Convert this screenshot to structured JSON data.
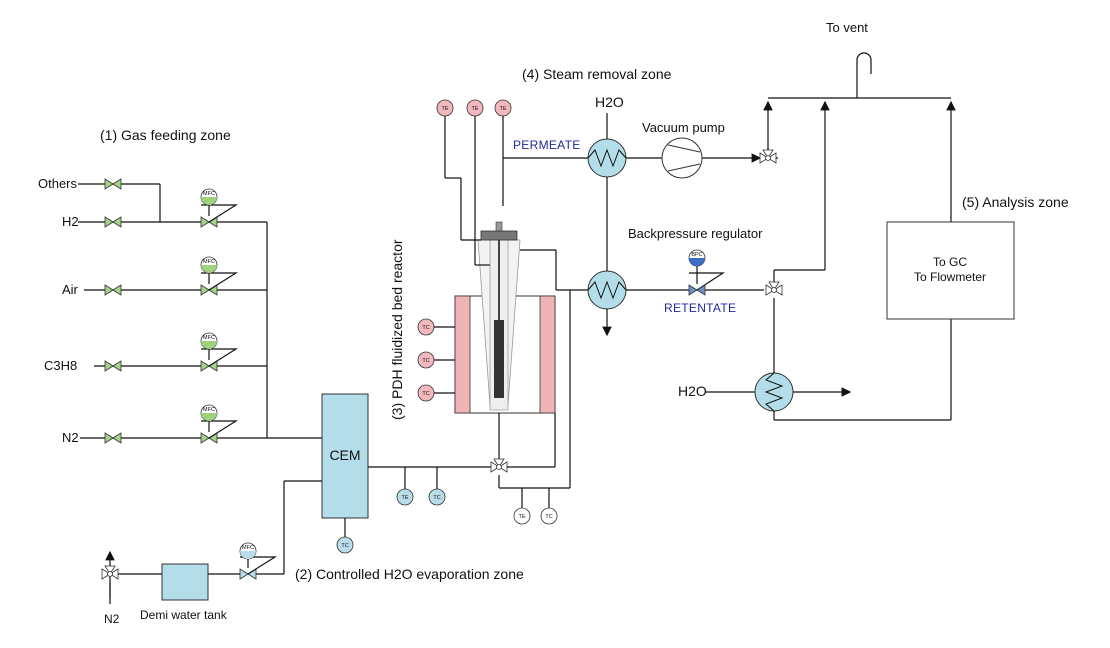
{
  "zones": {
    "gas_feeding": "(1) Gas feeding zone",
    "h2o_evaporation": "(2) Controlled H2O evaporation zone",
    "reactor": "(3)  PDH fluidized bed reactor",
    "steam_removal": "(4) Steam removal zone",
    "analysis": "(5) Analysis zone"
  },
  "gas_inlets": [
    "Others",
    "H2",
    "Air",
    "C3H8",
    "N2"
  ],
  "instrument_tags": {
    "mfc": "MFC",
    "te": "TE",
    "tc": "TC",
    "bpc": "BPC"
  },
  "equipment": {
    "cem": "CEM",
    "water_tank": "Demi water tank",
    "vacuum_pump": "Vacuum pump",
    "bpr": "Backpressure regulator",
    "analysis_line1": "To GC",
    "analysis_line2": "To Flowmeter"
  },
  "streams": {
    "permeate": "PERMEATE",
    "retentate": "RETENTATE",
    "to_vent": "To vent",
    "h2o_top": "H2O",
    "h2o_bottom": "H2O",
    "n2_purge": "N2"
  },
  "colors": {
    "valve_green": "#a6d38a",
    "valve_blue": "#6f8fc7",
    "instrument_blue": "#b8dde8",
    "instrument_pink": "#f2b8bd",
    "heater_pink": "#f0b4b6",
    "vessel_blue": "#b3dde8",
    "mfc_green": "#9fd27f",
    "bpc_blue": "#3c6fc4"
  }
}
